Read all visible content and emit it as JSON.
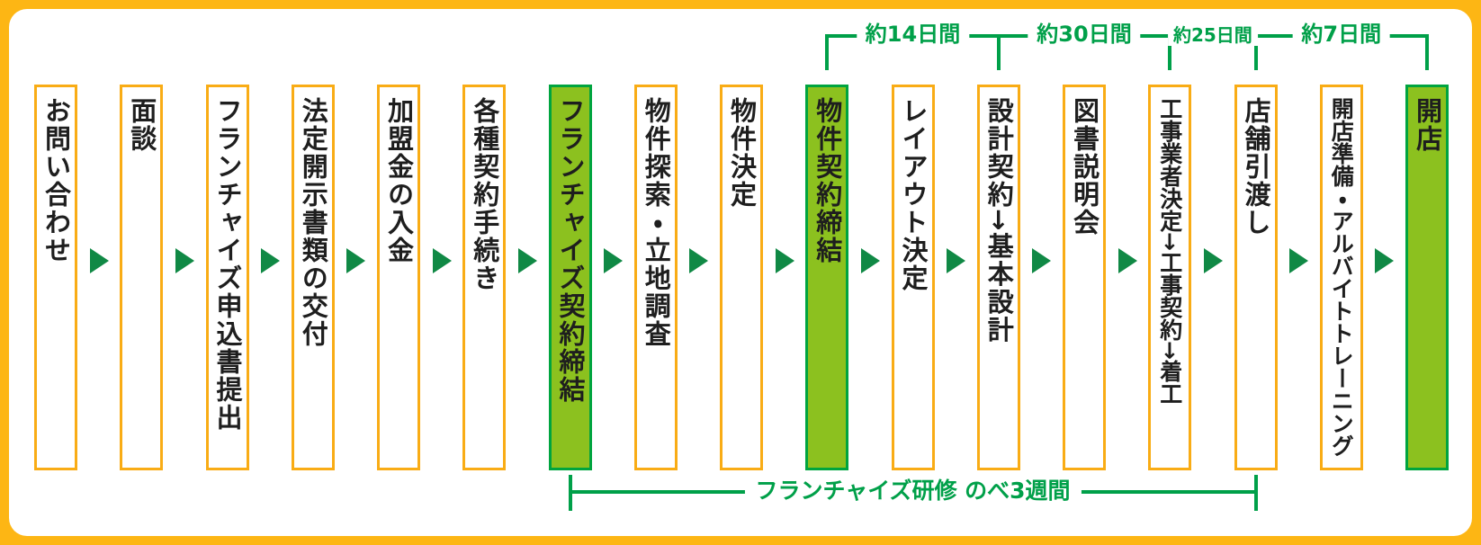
{
  "flow": {
    "steps": [
      {
        "label": "お問い合わせ",
        "highlight": false
      },
      {
        "label": "面談",
        "highlight": false
      },
      {
        "label": "フランチャイズ申込書提出",
        "highlight": false
      },
      {
        "label": "法定開示書類の交付",
        "highlight": false
      },
      {
        "label": "加盟金の入金",
        "highlight": false
      },
      {
        "label": "各種契約手続き",
        "highlight": false
      },
      {
        "label": "フランチャイズ契約締結",
        "highlight": true
      },
      {
        "label": "物件探索・立地調査",
        "highlight": false
      },
      {
        "label": "物件決定",
        "highlight": false
      },
      {
        "label": "物件契約締結",
        "highlight": true
      },
      {
        "label": "レイアウト決定",
        "highlight": false
      },
      {
        "label": "設計契約→基本設計",
        "highlight": false
      },
      {
        "label": "図書説明会",
        "highlight": false
      },
      {
        "label": "工事業者決定→工事契約→着工",
        "highlight": false
      },
      {
        "label": "店舗引渡し",
        "highlight": false
      },
      {
        "label": "開店準備・アルバイトトレーニング",
        "highlight": false
      },
      {
        "label": "開店",
        "highlight": true
      }
    ],
    "top_durations": [
      {
        "label": "約14日間",
        "from_step": 10,
        "to_step": 12
      },
      {
        "label": "約30日間",
        "from_step": 12,
        "to_step": 14
      },
      {
        "label": "約25日間",
        "from_step": 14,
        "to_step": 15
      },
      {
        "label": "約7日間",
        "from_step": 15,
        "to_step": 17
      }
    ],
    "bottom_duration": {
      "label": "フランチャイズ研修 のべ3週間",
      "from_step": 7,
      "to_step": 15
    }
  },
  "colors": {
    "frame": "#FDB614",
    "box_border": "#F9AC15",
    "highlight_fill": "#8CC11F",
    "highlight_border": "#00A43F",
    "arrow_green": "#108945",
    "bracket_green": "#00A049",
    "text": "#1E1E1E",
    "background": "#FFFFFF"
  }
}
